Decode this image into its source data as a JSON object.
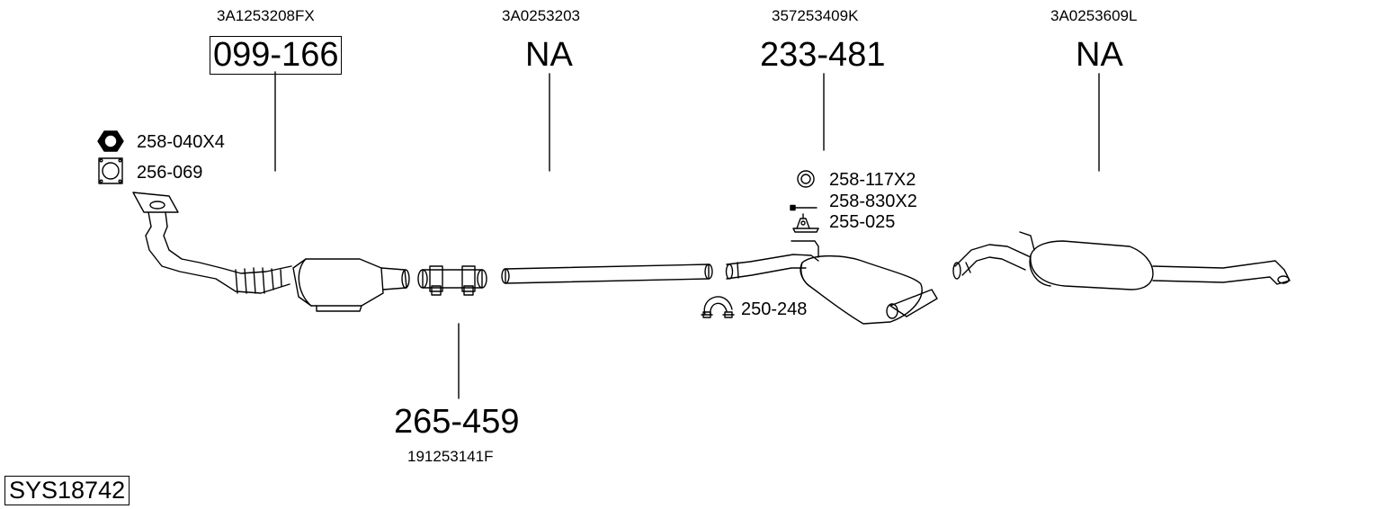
{
  "parts": {
    "front_pipe": {
      "oem": "3A1253208FX",
      "number": "099-166"
    },
    "mid_pipe": {
      "oem": "3A0253203",
      "number": "NA"
    },
    "middle_silencer": {
      "oem": "357253409K",
      "number": "233-481"
    },
    "rear_silencer": {
      "oem": "3A0253609L",
      "number": "NA"
    },
    "connector": {
      "oem": "191253141F",
      "number": "265-459"
    }
  },
  "fittings": {
    "nut": "258-040X4",
    "gasket": "256-069",
    "ring": "258-117X2",
    "bolt": "258-830X2",
    "mount": "255-025",
    "clamp": "250-248"
  },
  "system_id": "SYS18742"
}
